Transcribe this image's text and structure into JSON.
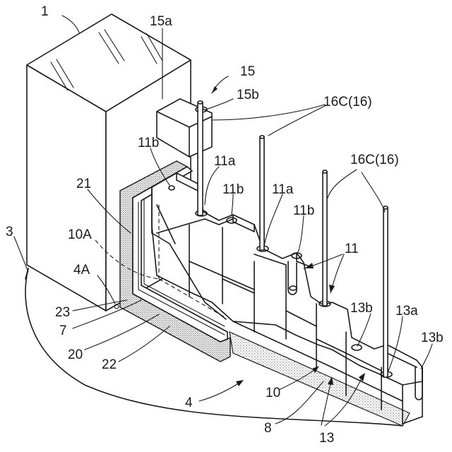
{
  "labels": {
    "l1": "1",
    "l15a": "15a",
    "l15": "15",
    "l15b": "15b",
    "l16c_top": "16C(16)",
    "l16c_right": "16C(16)",
    "l11b_left": "11b",
    "l11a_left": "11a",
    "l11b_mid": "11b",
    "l11a_mid": "11a",
    "l11b_right": "11b",
    "l11": "11",
    "l21": "21",
    "l3": "3",
    "l10A": "10A",
    "l4A": "4A",
    "l23": "23",
    "l7": "7",
    "l20": "20",
    "l22": "22",
    "l13b_left": "13b",
    "l13a": "13a",
    "l13b_right": "13b",
    "l10": "10",
    "l4": "4",
    "l8": "8",
    "l13": "13"
  },
  "colors": {
    "line": "#1a1a1a",
    "background": "#ffffff",
    "stipple": "#9a9a9a"
  }
}
